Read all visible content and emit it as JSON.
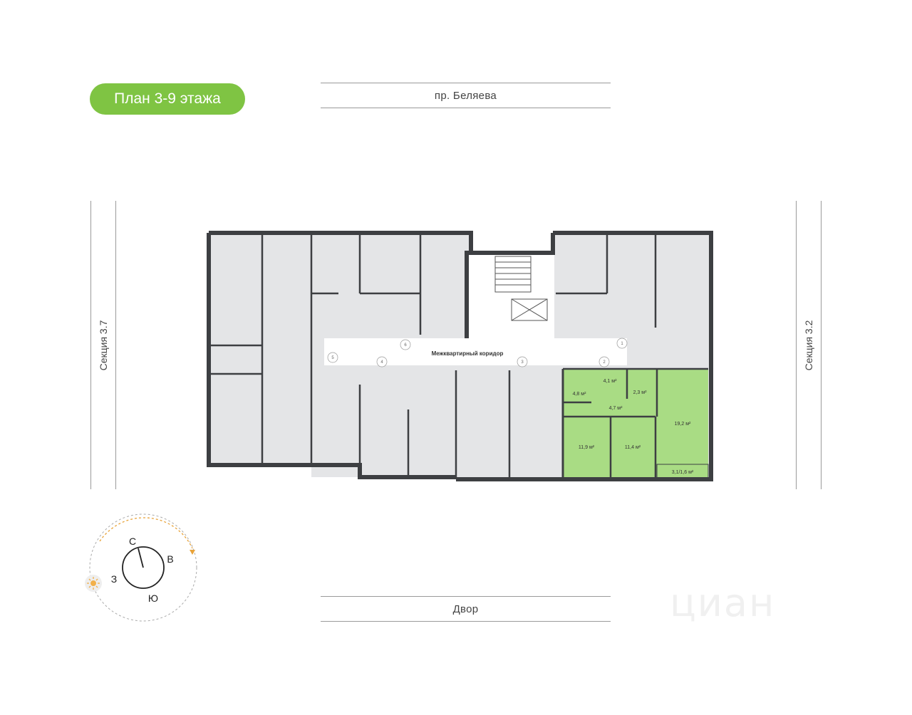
{
  "plan_title": "План 3-9 этажа",
  "street_top": "пр. Беляева",
  "street_bottom": "Двор",
  "section_left": "Секция 3.7",
  "section_right": "Секция 3.2",
  "corridor_label": "Межквартирный коридор",
  "door_numbers": [
    "5",
    "4",
    "6",
    "3",
    "2",
    "1"
  ],
  "highlighted_apartment": {
    "rooms": [
      "4,1 м²",
      "4,8 м²",
      "2,3 м²",
      "4,7 м²",
      "19,2 м²",
      "11,9 м²",
      "11,4 м²",
      "3,1/1,6 м²"
    ]
  },
  "compass": {
    "north": "С",
    "east": "В",
    "south": "Ю",
    "west": "З"
  },
  "watermark": "циан",
  "colors": {
    "accent": "#7fc443",
    "apartment": "#a9dc84",
    "rooms": "#e4e5e7",
    "walls": "#3d3f42"
  }
}
